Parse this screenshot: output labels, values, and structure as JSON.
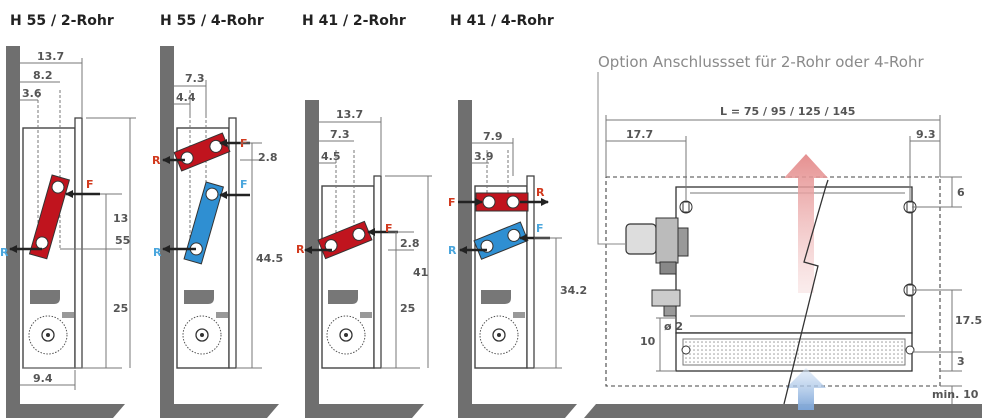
{
  "titles": [
    "H 55 / 2-Rohr",
    "H 55 / 4-Rohr",
    "H 41 / 2-Rohr",
    "H  41 / 4-Rohr"
  ],
  "option_caption": "Option Anschlussset für 2-Rohr oder 4-Rohr",
  "labels": {
    "flow": "F",
    "return": "R"
  },
  "colors": {
    "flow": "#c0141e",
    "return": "#2f8fd2",
    "flow_label": "#d23a1e",
    "return_label": "#4aa6dd",
    "wall": "#6f6f6f"
  },
  "dims": {
    "d1": {
      "w137": "13.7",
      "w82": "8.2",
      "w36": "3.6",
      "h13": "13",
      "h25": "25",
      "h55": "55",
      "w94": "9.4"
    },
    "d2": {
      "w73": "7.3",
      "w44": "4.4",
      "h28": "2.8",
      "h445": "44.5"
    },
    "d3": {
      "w137": "13.7",
      "w73": "7.3",
      "w45": "4.5",
      "h28": "2.8",
      "h25": "25",
      "h41": "41"
    },
    "d4": {
      "w79": "7.9",
      "w39": "3.9",
      "h342": "34.2"
    },
    "front": {
      "length": "L = 75 / 95 / 125 / 145",
      "w177": "17.7",
      "w93": "9.3",
      "h6": "6",
      "h175": "17.5",
      "h3": "3",
      "h10": "10",
      "min10": "min. 10",
      "dia2": "ø 2"
    }
  }
}
